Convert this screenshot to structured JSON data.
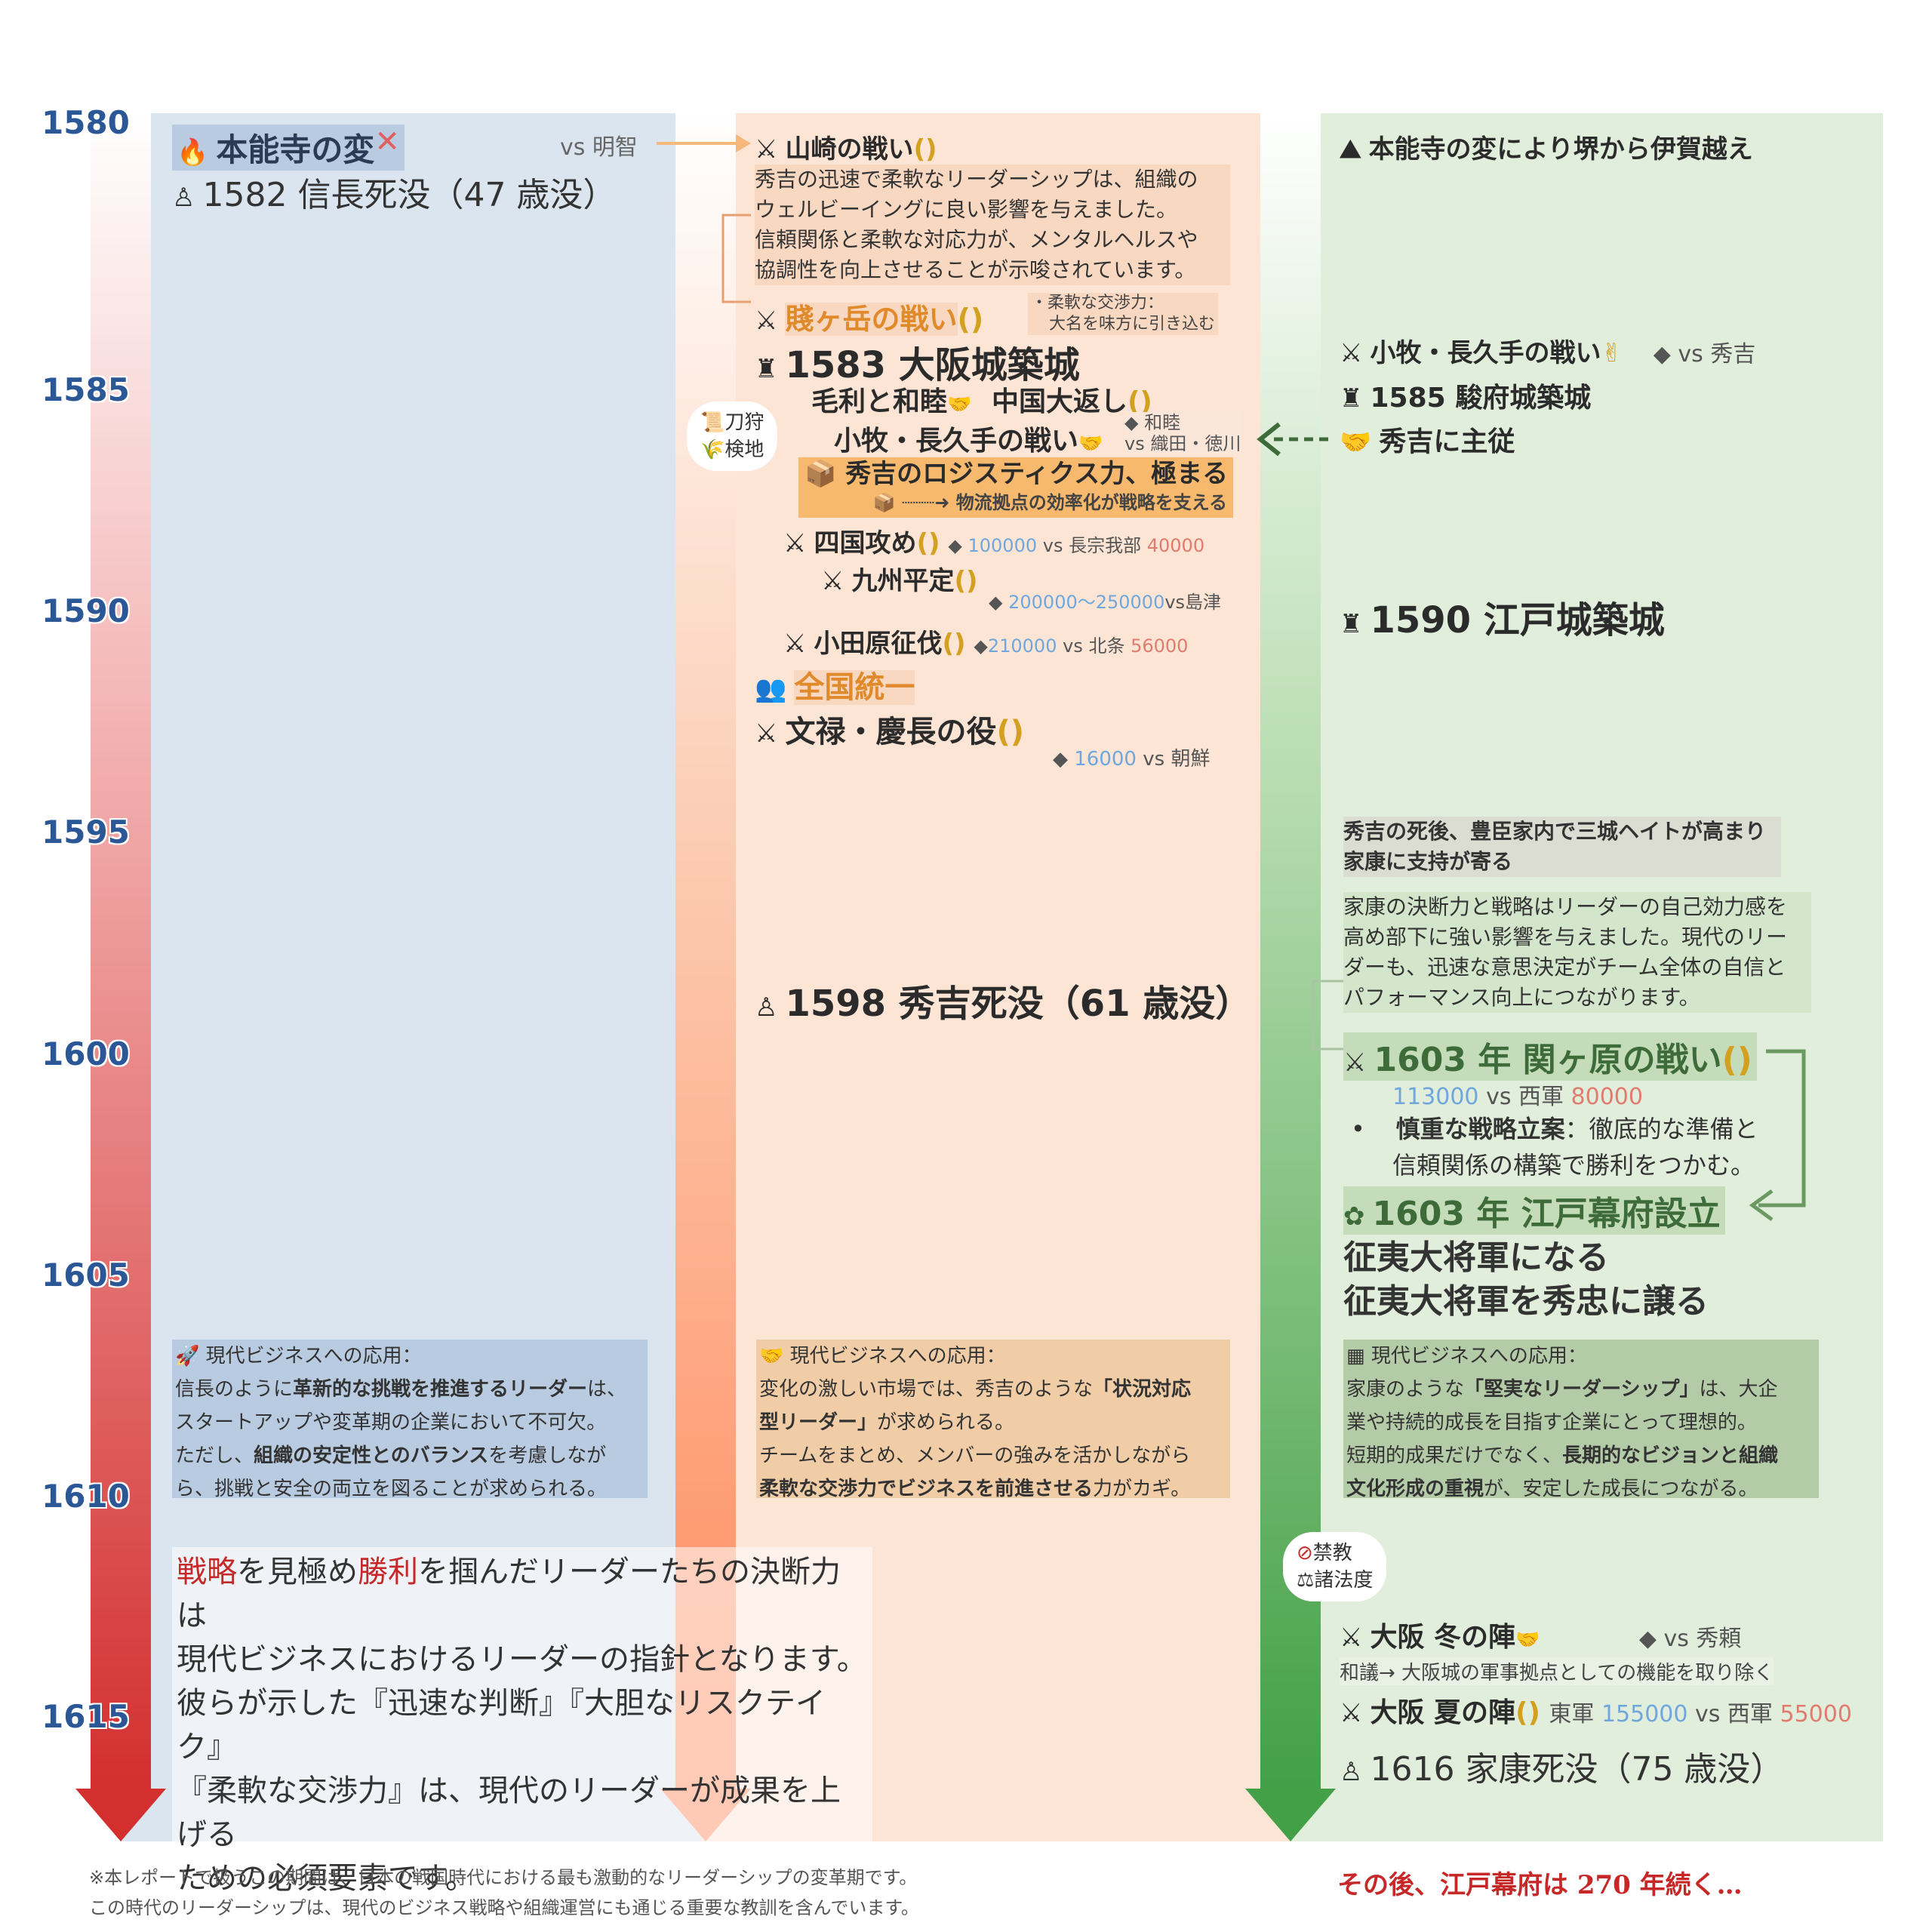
{
  "years": [
    "1580",
    "1585",
    "1590",
    "1595",
    "1600",
    "1605",
    "1610",
    "1615"
  ],
  "colors": {
    "axis_blue": "#2b5797",
    "col_blue": "#dbe5f0",
    "col_orange": "#fde5d6",
    "col_green": "#e2eedc",
    "arrow_red": "#d32f2f",
    "arrow_orange": "#ff8a5c",
    "arrow_green": "#43a047",
    "accent_orange": "#e08a2c",
    "dark_green": "#3e6b3a",
    "dark_red": "#c62828"
  },
  "nobunaga": {
    "honnoji": "本能寺の変",
    "vs_akechi": "vs 明智",
    "death": "1582 信長死没（47 歳没）",
    "biz_title": "現代ビジネスへの応用：",
    "biz_l1a": "信長のように",
    "biz_l1b": "革新的な挑戦を推進するリーダー",
    "biz_l1c": "は、",
    "biz_l2": "スタートアップや変革期の企業において不可欠。",
    "biz_l3a": "ただし、",
    "biz_l3b": "組織の安定性とのバランス",
    "biz_l3c": "を考慮しなが",
    "biz_l4": "ら、挑戦と安全の両立を図ることが求められる。"
  },
  "hideyoshi": {
    "yamazaki": "山崎の戦い",
    "yamazaki_p1": "秀吉の迅速で柔軟なリーダーシップは、組織の",
    "yamazaki_p2": "ウェルビーイングに良い影響を与えました。",
    "yamazaki_p3": "信頼関係と柔軟な対応力が、メンタルヘルスや",
    "yamazaki_p4": "協調性を向上させることが示唆されています。",
    "shizugatake": "賤ヶ岳の戦い",
    "note1": "・柔軟な交渉力：",
    "note2": "大名を味方に引き込む",
    "osaka": "1583 大阪城築城",
    "mori": "毛利と和睦",
    "chugoku": "中国大返し",
    "komaki": "小牧・長久手の戦い",
    "komaki_note1": "和睦",
    "komaki_note2": "vs 織田・徳川",
    "bubble1": "刀狩",
    "bubble2": "検地",
    "logistics": "秀吉のロジスティクス力、極まる",
    "logistics_sub": "物流拠点の効率化が戦略を支える",
    "shikoku": "四国攻め",
    "shikoku_n1": "100000",
    "shikoku_vs": "vs 長宗我部",
    "shikoku_n2": "40000",
    "kyushu": "九州平定",
    "kyushu_n1": "200000〜250000",
    "kyushu_vs": "vs島津",
    "odawara": "小田原征伐",
    "odawara_n1": "210000",
    "odawara_vs": "vs 北条",
    "odawara_n2": "56000",
    "unify": "全国統一",
    "bunroku": "文禄・慶長の役",
    "bunroku_n1": "16000",
    "bunroku_vs": "vs 朝鮮",
    "death": "1598 秀吉死没（61 歳没）",
    "biz_title": "現代ビジネスへの応用：",
    "biz_l1a": "変化の激しい市場では、秀吉のような",
    "biz_l1b": "「状況対応",
    "biz_l2a": "型リーダー」",
    "biz_l2b": "が求められる。",
    "biz_l3": "チームをまとめ、メンバーの強みを活かしながら",
    "biz_l4a": "柔軟な交渉力でビジネスを前進させる",
    "biz_l4b": "力がカギ。"
  },
  "ieyasu": {
    "iga": "本能寺の変により堺から伊賀越え",
    "komaki": "小牧・長久手の戦い",
    "komaki_vs": "vs 秀吉",
    "sunpu": "1585 駿府城築城",
    "subordinate": "秀吉に主従",
    "edo": "1590 江戸城築城",
    "hate1": "秀吉の死後、豊臣家内で三城ヘイトが高まり",
    "hate2": "家康に支持が寄る",
    "p1": "家康の決断力と戦略はリーダーの自己効力感を",
    "p2": "高め部下に強い影響を与えました。現代のリー",
    "p3": "ダーも、迅速な意思決定がチーム全体の自信と",
    "p4": "パフォーマンス向上につながります。",
    "sekigahara": "1603 年 関ヶ原の戦い",
    "seki_n1": "113000",
    "seki_vs": "vs 西軍",
    "seki_n2": "80000",
    "bullet_a": "慎重な戦略立案",
    "bullet_b": "：徹底的な準備と",
    "bullet_2": "信頼関係の構築で勝利をつかむ。",
    "bakufu": "1603 年 江戸幕府設立",
    "shogun1": "征夷大将軍になる",
    "shogun2": "征夷大将軍を秀忠に譲る",
    "biz_title": "現代ビジネスへの応用：",
    "biz_l1a": "家康のような",
    "biz_l1b": "「堅実なリーダーシップ」",
    "biz_l1c": "は、大企",
    "biz_l2": "業や持続的成長を目指す企業にとって理想的。",
    "biz_l3a": "短期的成果だけでなく、",
    "biz_l3b": "長期的なビジョンと組織",
    "biz_l4a": "文化形成の重視",
    "biz_l4b": "が、安定した成長につながる。",
    "bubble1": "禁教",
    "bubble2": "諸法度",
    "winter": "大阪 冬の陣",
    "winter_vs": "vs 秀頼",
    "winter_note": "和議→  大阪城の軍事拠点としての機能を取り除く",
    "summer": "大阪 夏の陣",
    "summer_a": "東軍",
    "summer_n1": "155000",
    "summer_vs": "vs 西軍",
    "summer_n2": "55000",
    "death": "1616 家康死没（75 歳没）"
  },
  "conclusion": {
    "l1a": "戦略",
    "l1b": "を見極め",
    "l1c": "勝利",
    "l1d": "を掴んだリーダーたちの決断力は",
    "l2": "現代ビジネスにおけるリーダーの指針となります。",
    "l3": "彼らが示した『迅速な判断』『大胆なリスクテイク』",
    "l4": "『柔軟な交渉力』は、現代のリーダーが成果を上げる",
    "l5": "ための必須要素です。"
  },
  "footer": {
    "l1": "※本レポートで扱うこの期間は、日本の戦国時代における最も激動的なリーダーシップの変革期です。",
    "l2": "この時代のリーダーシップは、現代のビジネス戦略や組織運営にも通じる重要な教訓を含んでいます。",
    "after": "その後、江戸幕府は 270 年続く…"
  },
  "icons": [
    "fire-icon",
    "cross-icon",
    "tombstone-icon",
    "crossed-swords-icon",
    "victory-icon",
    "castle-icon",
    "handshake-icon",
    "package-icon",
    "mountain-icon",
    "crest-icon",
    "scroll-icon",
    "sheaf-icon",
    "rocket-icon",
    "building-icon",
    "forbidden-icon",
    "scales-icon"
  ]
}
